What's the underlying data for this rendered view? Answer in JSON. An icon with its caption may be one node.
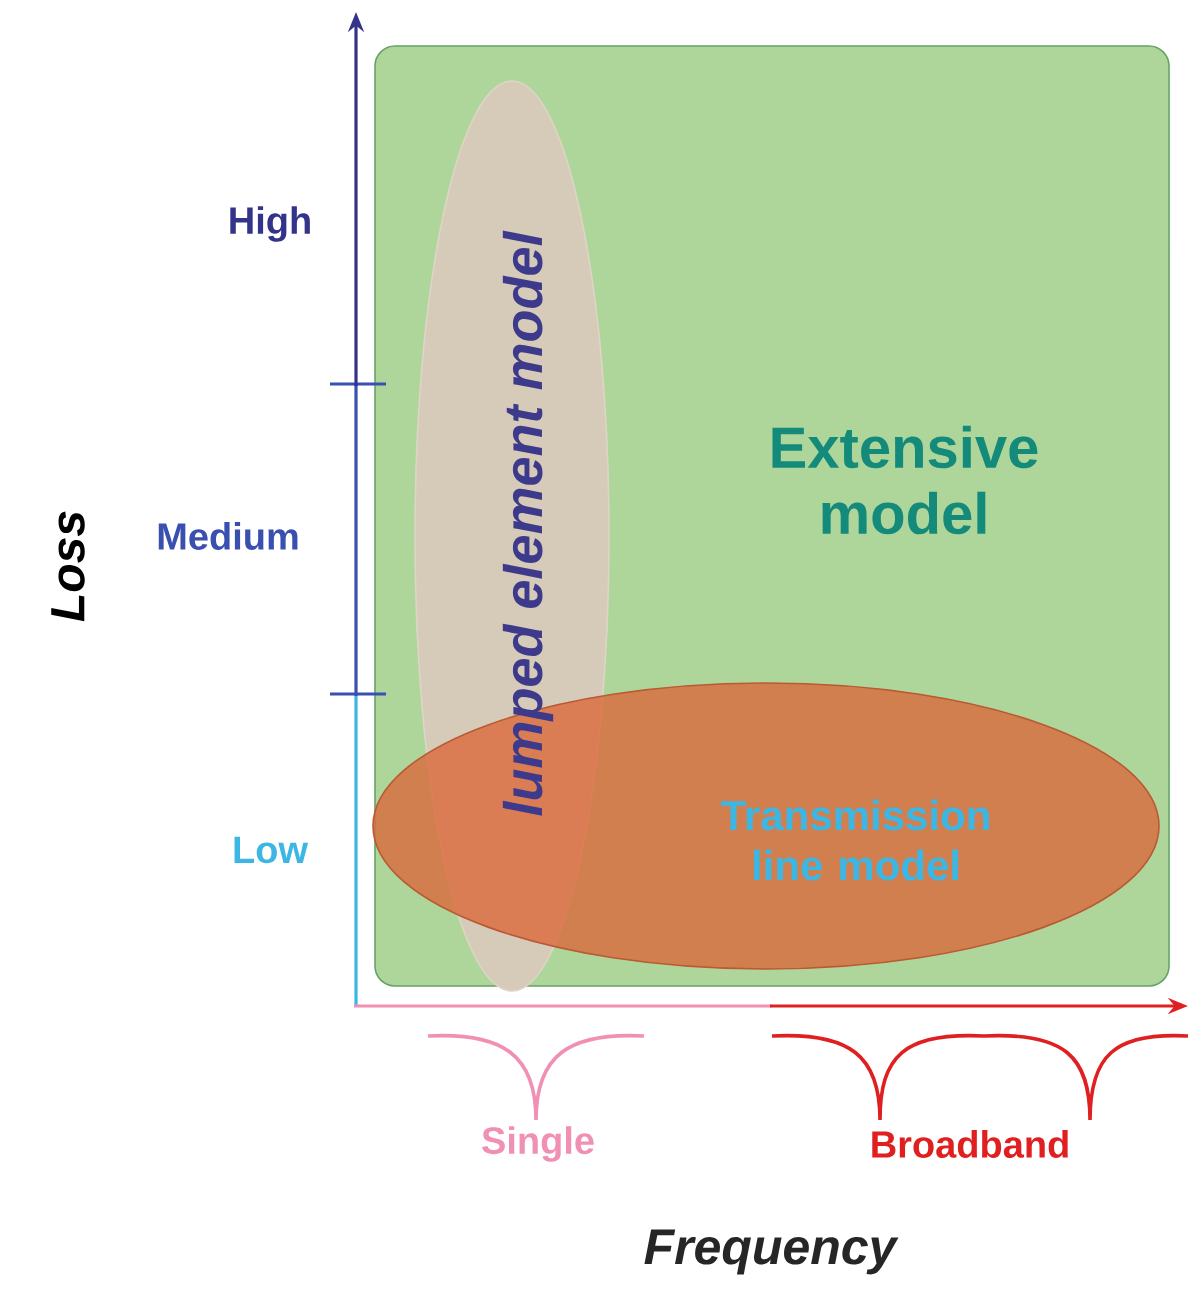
{
  "diagram": {
    "nodes": [
      {
        "text": [
          "Extensive model"
        ]
      },
      {
        "text": [
          "lumped element model"
        ],
        "in": 0
      },
      {
        "text": [
          "Transmission line model"
        ],
        "in": 0
      }
    ],
    "labels": [
      "High",
      "Medium",
      "Loss",
      "Low",
      "Single",
      "Broadband",
      "Frequency"
    ]
  }
}
